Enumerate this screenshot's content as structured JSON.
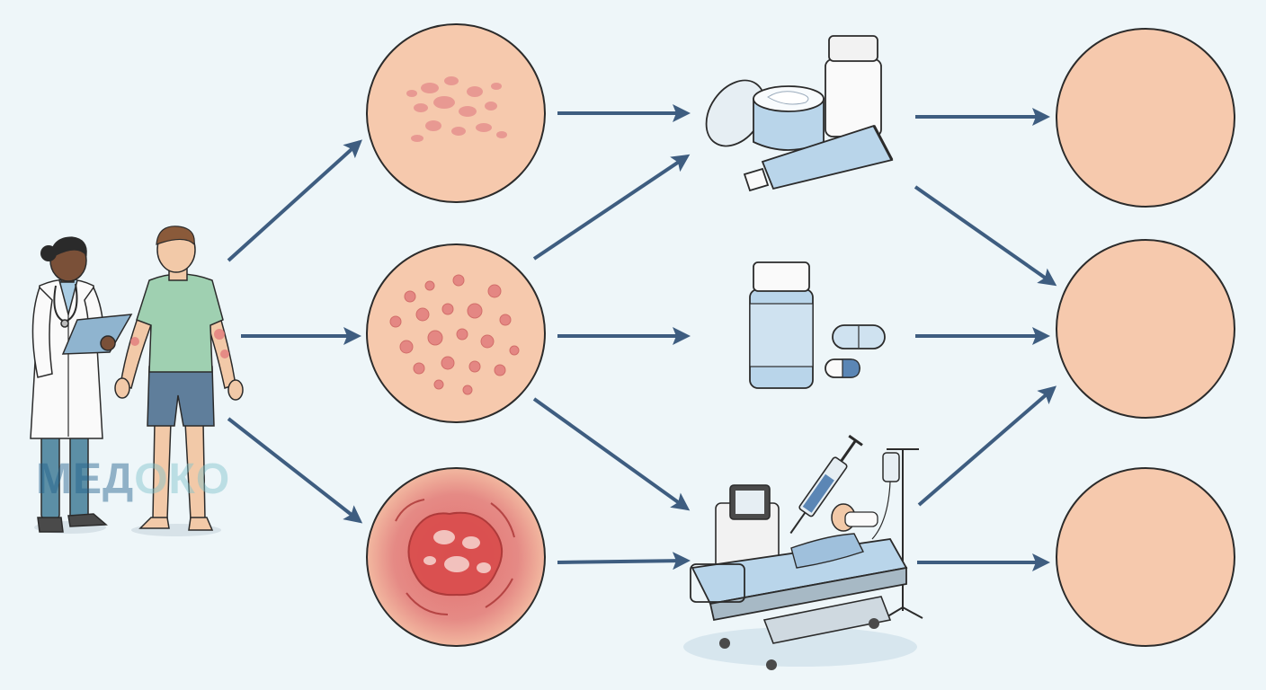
{
  "watermark": {
    "text_dark": "МЕД",
    "text_light": "ОКО"
  },
  "colors": {
    "background": "#eef6f9",
    "arrow": "#3e5d80",
    "skin_healthy": "#f6c9ad",
    "skin_lesion": "#e17c7c",
    "skin_severe": "#d94c4c",
    "outline": "#2b2b2b",
    "medication_blue": "#b9d5ea",
    "coat_white": "#fafafa",
    "shirt_green": "#9fd0b1",
    "shorts_blue": "#5f7e9b"
  },
  "figures": [
    {
      "id": "doctor",
      "icon": "doctor-icon"
    },
    {
      "id": "patient",
      "icon": "patient-icon"
    }
  ],
  "severity_stages": [
    {
      "id": "mild",
      "icon": "mild-rash-icon"
    },
    {
      "id": "moderate",
      "icon": "moderate-rash-icon"
    },
    {
      "id": "severe",
      "icon": "severe-lesion-icon"
    }
  ],
  "treatments": [
    {
      "id": "topical",
      "icon": "cream-and-ointment-icon"
    },
    {
      "id": "oral",
      "icon": "pill-bottle-icon"
    },
    {
      "id": "hospital",
      "icon": "hospital-bed-icon"
    }
  ],
  "outcomes": [
    {
      "id": "outcome-1",
      "icon": "healed-skin-icon"
    },
    {
      "id": "outcome-2",
      "icon": "healed-skin-icon"
    },
    {
      "id": "outcome-3",
      "icon": "healed-skin-icon"
    }
  ],
  "connections": [
    {
      "from": "patient",
      "to": "mild"
    },
    {
      "from": "patient",
      "to": "moderate"
    },
    {
      "from": "patient",
      "to": "severe"
    },
    {
      "from": "mild",
      "to": "topical"
    },
    {
      "from": "moderate",
      "to": "topical"
    },
    {
      "from": "moderate",
      "to": "oral"
    },
    {
      "from": "moderate",
      "to": "hospital"
    },
    {
      "from": "severe",
      "to": "hospital"
    },
    {
      "from": "topical",
      "to": "outcome-1"
    },
    {
      "from": "topical",
      "to": "outcome-2"
    },
    {
      "from": "oral",
      "to": "outcome-2"
    },
    {
      "from": "hospital",
      "to": "outcome-2"
    },
    {
      "from": "hospital",
      "to": "outcome-3"
    }
  ]
}
